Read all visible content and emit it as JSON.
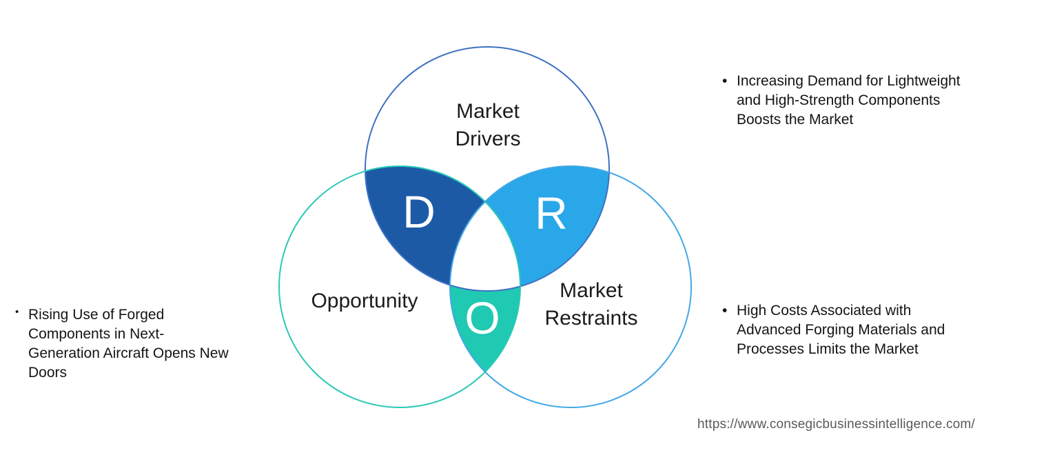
{
  "venn": {
    "circles": {
      "drivers": {
        "label": "Market\nDrivers",
        "stroke": "#3e70c2"
      },
      "opportunity": {
        "label": "Opportunity",
        "stroke": "#2bc9b6"
      },
      "restraints": {
        "label": "Market\nRestraints",
        "stroke": "#41a8e6"
      }
    },
    "regions": {
      "d": {
        "letter": "D",
        "fill": "#1c5aa6"
      },
      "r": {
        "letter": "R",
        "fill": "#2aa7e8"
      },
      "o": {
        "letter": "O",
        "fill": "#20c9b2"
      }
    }
  },
  "bullets": {
    "marker": "•",
    "right_top": {
      "text": "Increasing Demand for Lightweight\nand High-Strength Components\nBoosts the Market"
    },
    "right_bottom": {
      "text": "High Costs Associated with\nAdvanced Forging Materials and\nProcesses Limits the Market"
    },
    "left": {
      "text": "Rising Use of Forged\nComponents in Next-\nGeneration Aircraft Opens New\nDoors"
    }
  },
  "footer": {
    "url": "https://www.consegicbusinessintelligence.com/"
  }
}
